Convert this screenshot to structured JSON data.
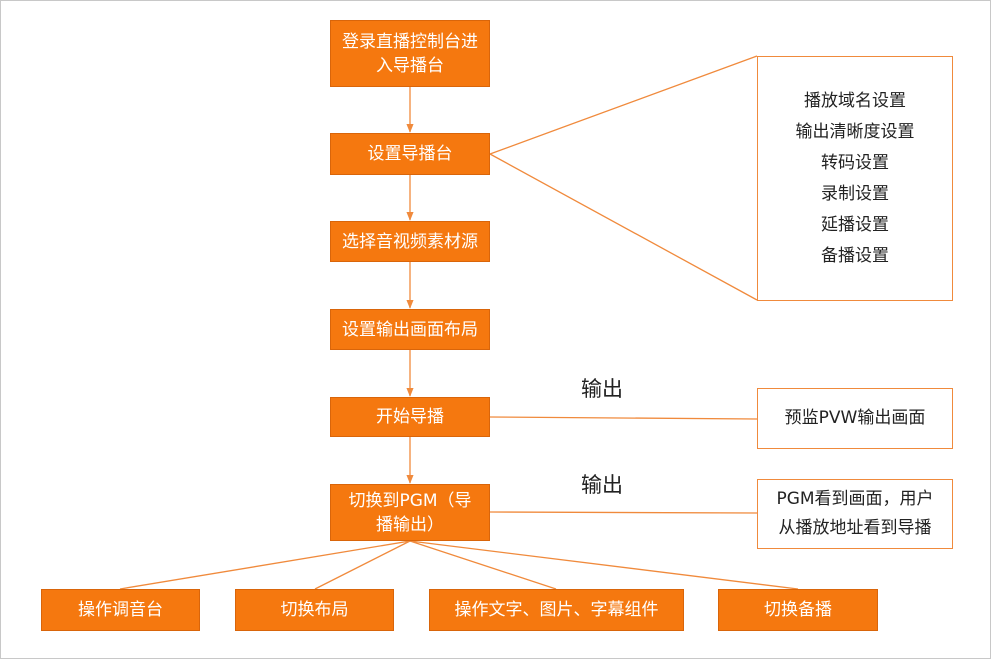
{
  "flow": {
    "steps": [
      "登录直播控制台进入导播台",
      "设置导播台",
      "选择音视频素材源",
      "设置输出画面布局",
      "开始导播",
      "切换到PGM（导播输出）"
    ],
    "actions": [
      "操作调音台",
      "切换布局",
      "操作文字、图片、字幕组件",
      "切换备播"
    ]
  },
  "settings_panel": {
    "items": [
      "播放域名设置",
      "输出清晰度设置",
      "转码设置",
      "录制设置",
      "延播设置",
      "备播设置"
    ]
  },
  "outputs": {
    "pvw_label": "输出",
    "pvw_box": "预监PVW输出画面",
    "pgm_label": "输出",
    "pgm_box_line1": "PGM看到画面，用户",
    "pgm_box_line2": "从播放地址看到导播"
  },
  "colors": {
    "accent": "#f5780f",
    "border": "#f08a3c"
  }
}
